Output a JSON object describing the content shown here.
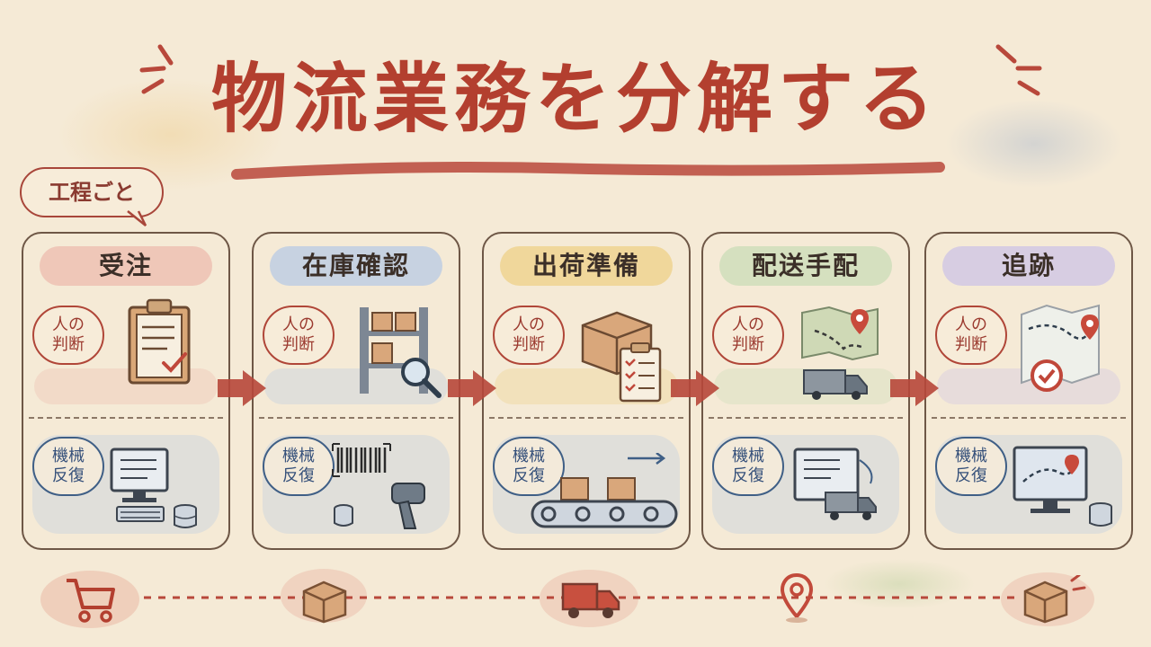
{
  "title": "物流業務を分解する",
  "process_label": "工程ごと",
  "stages": [
    {
      "name": "受注",
      "human": "人の\n判断",
      "machine": "機械\n反復",
      "name_bg": "#efc7b8"
    },
    {
      "name": "在庫確認",
      "human": "人の\n判断",
      "machine": "機械\n反復",
      "name_bg": "#c7d2e1"
    },
    {
      "name": "出荷準備",
      "human": "人の\n判断",
      "machine": "機械\n反復",
      "name_bg": "#f0d79b"
    },
    {
      "name": "配送手配",
      "human": "人の\n判断",
      "machine": "機械\n反復",
      "name_bg": "#d5e0bf"
    },
    {
      "name": "追跡",
      "human": "人の\n判断",
      "machine": "機械\n反復",
      "name_bg": "#d7cde2"
    }
  ],
  "colors": {
    "title": "#b33f2f",
    "human": "#b04638",
    "machine": "#3f5f86",
    "arrow": "#b7473a",
    "border": "#6e5746"
  },
  "icons": {
    "human_row": [
      "clipboard-check-icon",
      "shelf-magnifier-icon",
      "box-checklist-icon",
      "map-truck-icon",
      "map-route-check-icon"
    ],
    "machine_row": [
      "computer-database-icon",
      "barcode-scanner-icon",
      "conveyor-icon",
      "monitor-truck-icon",
      "monitor-map-database-icon"
    ],
    "bottom": [
      "cart-icon",
      "box-icon",
      "truck-icon",
      "location-pin-icon",
      "box-icon"
    ]
  }
}
